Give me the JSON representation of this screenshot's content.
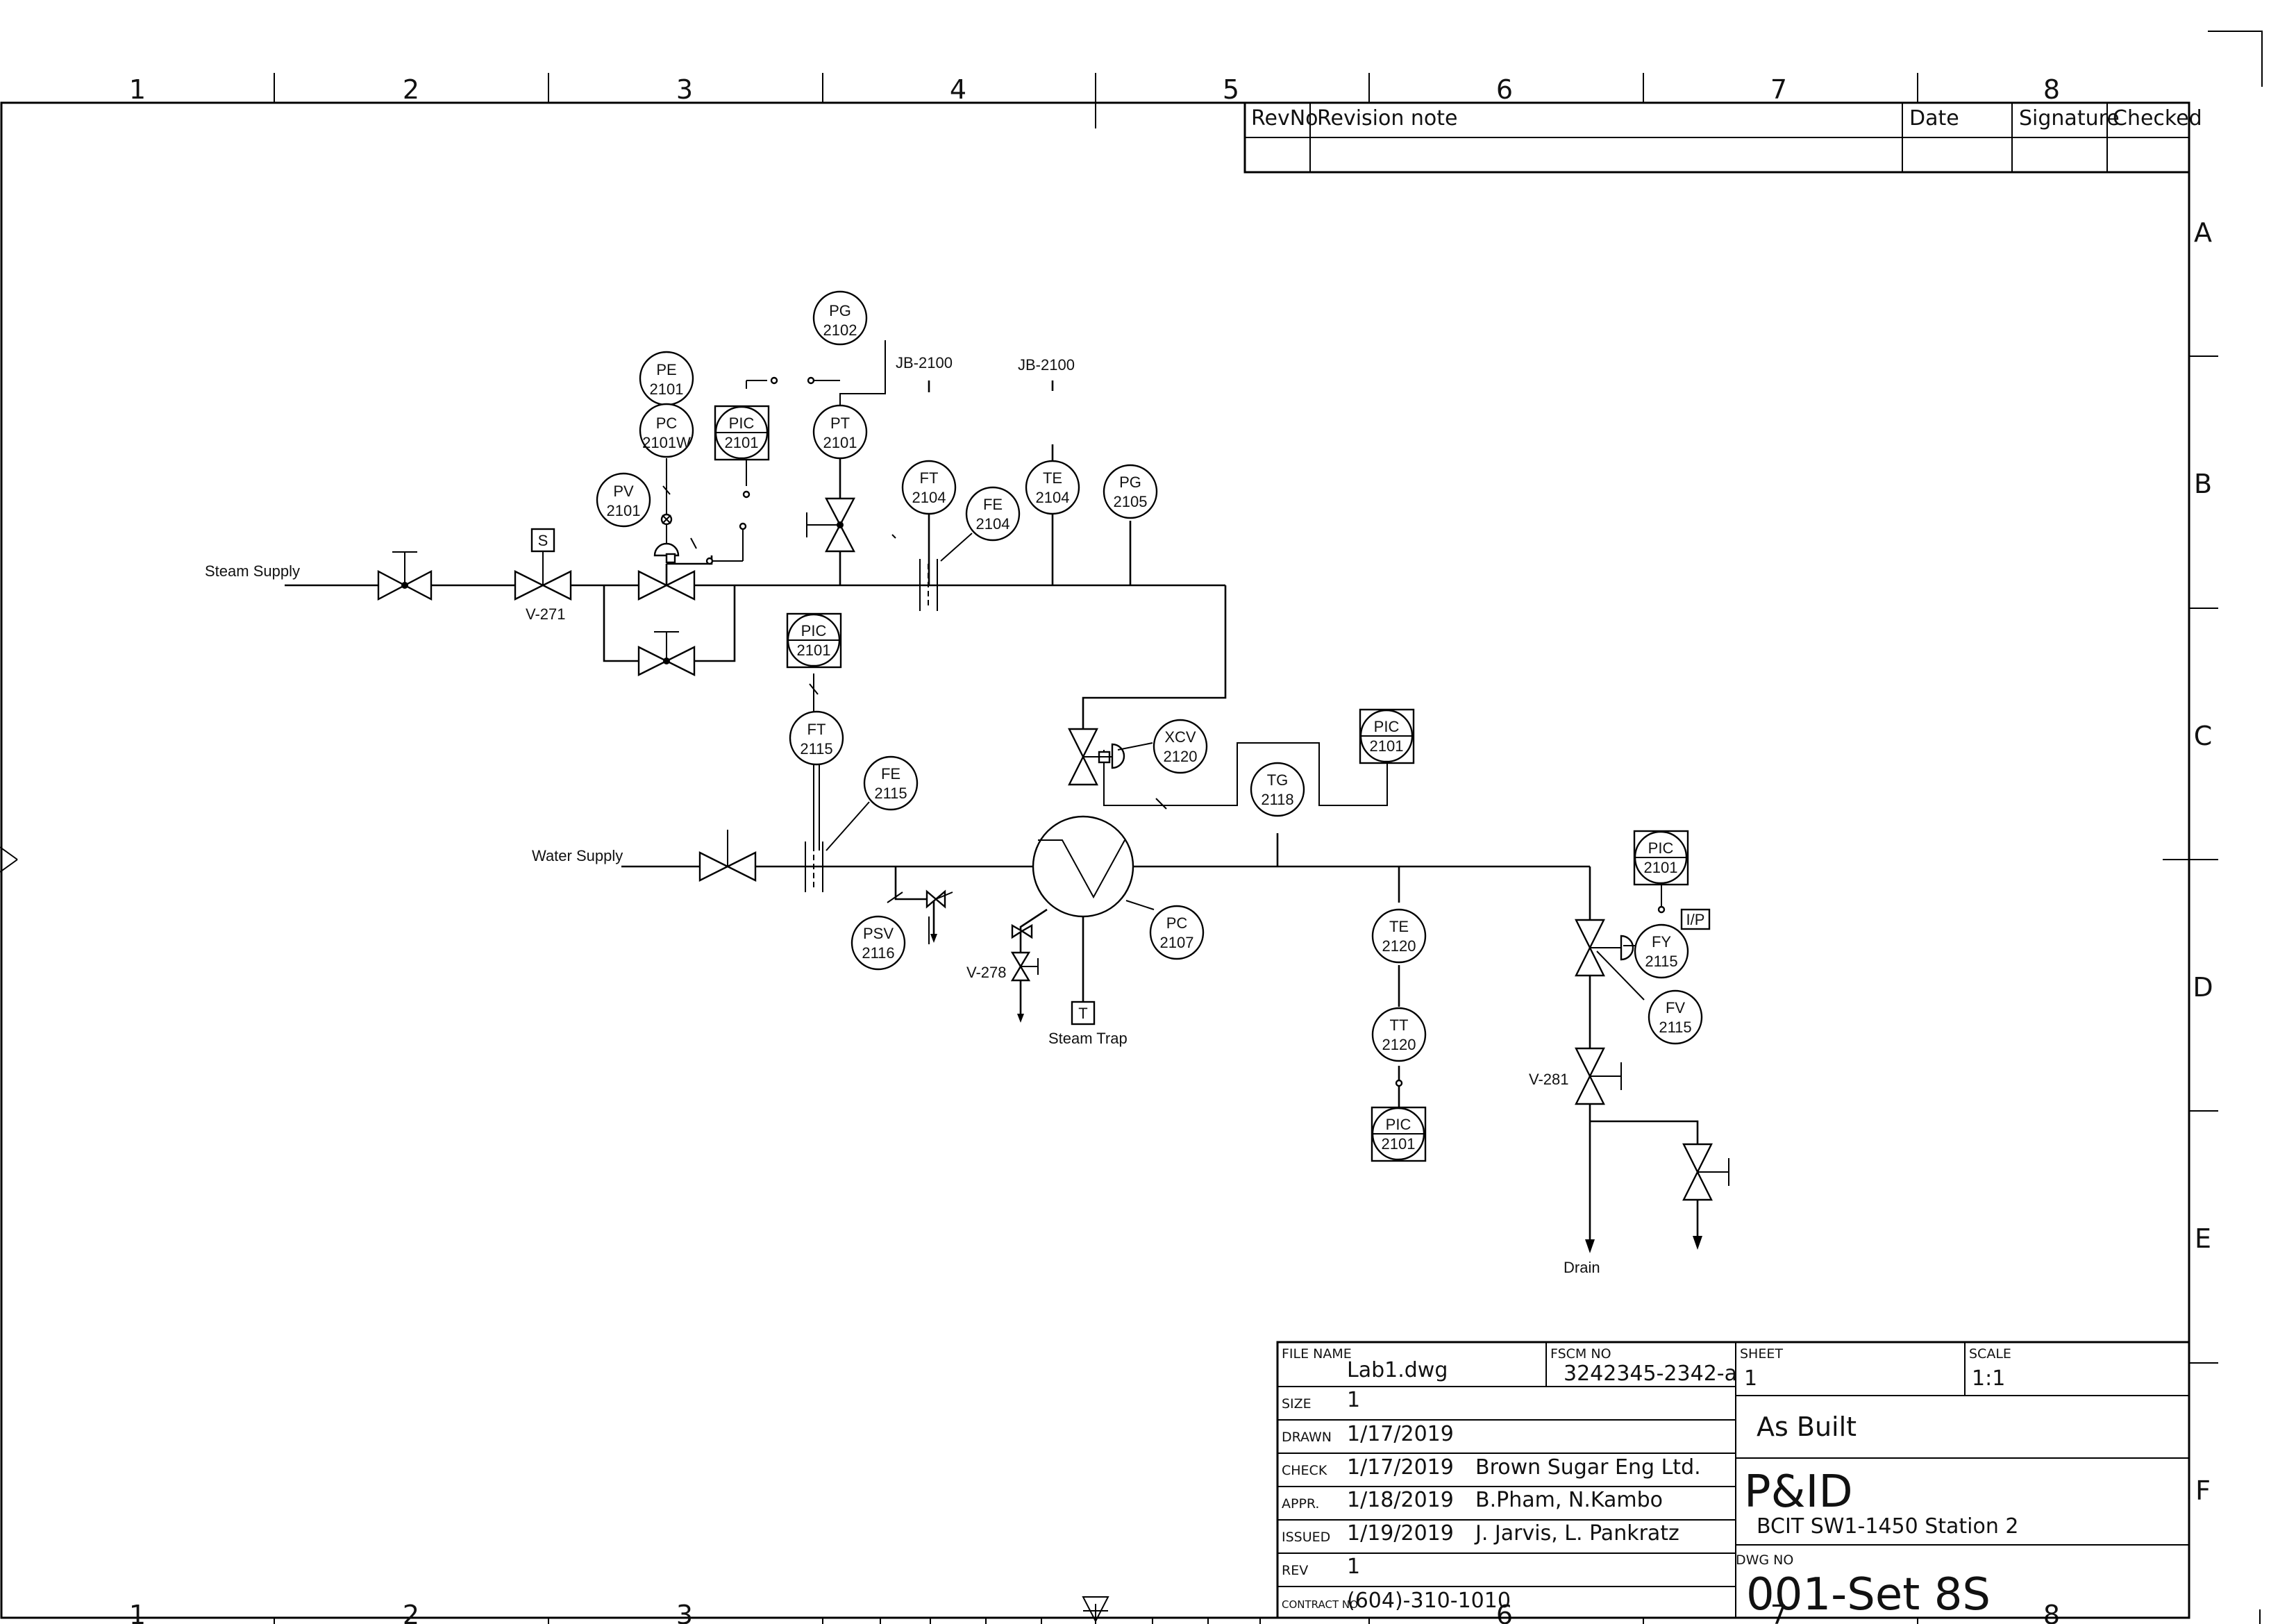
{
  "grid": {
    "columns": [
      "1",
      "2",
      "3",
      "4",
      "5",
      "6",
      "7",
      "8"
    ],
    "rows": [
      "A",
      "B",
      "C",
      "D",
      "E",
      "F"
    ]
  },
  "revision_table": {
    "headers": {
      "rev_no": "RevNo",
      "note": "Revision note",
      "date": "Date",
      "signature": "Signature",
      "checked": "Checked"
    }
  },
  "instruments": {
    "pe_2101": {
      "code": "PE",
      "num": "2101"
    },
    "pc_2101w": {
      "code": "PC",
      "num": "2101W"
    },
    "pv_2101": {
      "code": "PV",
      "num": "2101"
    },
    "pic_2101_a": {
      "code": "PIC",
      "num": "2101"
    },
    "pg_2102": {
      "code": "PG",
      "num": "2102"
    },
    "pt_2101": {
      "code": "PT",
      "num": "2101"
    },
    "ft_2104": {
      "code": "FT",
      "num": "2104"
    },
    "fe_2104": {
      "code": "FE",
      "num": "2104"
    },
    "te_2104": {
      "code": "TE",
      "num": "2104"
    },
    "pg_2105": {
      "code": "PG",
      "num": "2105"
    },
    "pic_2101_b": {
      "code": "PIC",
      "num": "2101"
    },
    "ft_2115": {
      "code": "FT",
      "num": "2115"
    },
    "fe_2115": {
      "code": "FE",
      "num": "2115"
    },
    "xcv_2120": {
      "code": "XCV",
      "num": "2120"
    },
    "tg_2118": {
      "code": "TG",
      "num": "2118"
    },
    "pic_2101_c": {
      "code": "PIC",
      "num": "2101"
    },
    "pic_2101_d": {
      "code": "PIC",
      "num": "2101"
    },
    "psv_2116": {
      "code": "PSV",
      "num": "2116"
    },
    "pc_2107": {
      "code": "PC",
      "num": "2107"
    },
    "te_2120": {
      "code": "TE",
      "num": "2120"
    },
    "tt_2120": {
      "code": "TT",
      "num": "2120"
    },
    "pic_2101_e": {
      "code": "PIC",
      "num": "2101"
    },
    "fy_2115": {
      "code": "FY",
      "num": "2115"
    },
    "fv_2115": {
      "code": "FV",
      "num": "2115"
    }
  },
  "labels": {
    "steam_supply": "Steam Supply",
    "water_supply": "Water Supply",
    "v271": "V-271",
    "v278": "V-278",
    "v281": "V-281",
    "jb_1": "JB-2100",
    "jb_2": "JB-2100",
    "steam_trap": "Steam Trap",
    "drain": "Drain",
    "solenoid_s": "S",
    "trap_t": "T",
    "ip": "I/P"
  },
  "title_block": {
    "file_name_label": "FILE NAME",
    "file_name": "Lab1.dwg",
    "fscm_label": "FSCM NO",
    "fscm": "3242345-2342-a",
    "sheet_label": "SHEET",
    "sheet": "1",
    "scale_label": "SCALE",
    "scale": "1:1",
    "size_label": "SIZE",
    "size": "1",
    "drawn_label": "DRAWN",
    "drawn": "1/17/2019",
    "check_label": "CHECK",
    "check": "1/17/2019",
    "check_name": "Brown Sugar Eng Ltd.",
    "appr_label": "APPR.",
    "appr": "1/18/2019",
    "appr_name": "B.Pham, N.Kambo",
    "issued_label": "ISSUED",
    "issued": "1/19/2019",
    "issued_name": "J. Jarvis, L. Pankratz",
    "rev_label": "REV",
    "rev": "1",
    "contract_label": "CONTRACT NO",
    "contract": "(604)-310-1010",
    "status": "As Built",
    "title": "P&ID",
    "subtitle": "BCIT SW1-1450 Station 2",
    "dwg_label": "DWG NO",
    "dwg": "001-Set 8S"
  }
}
